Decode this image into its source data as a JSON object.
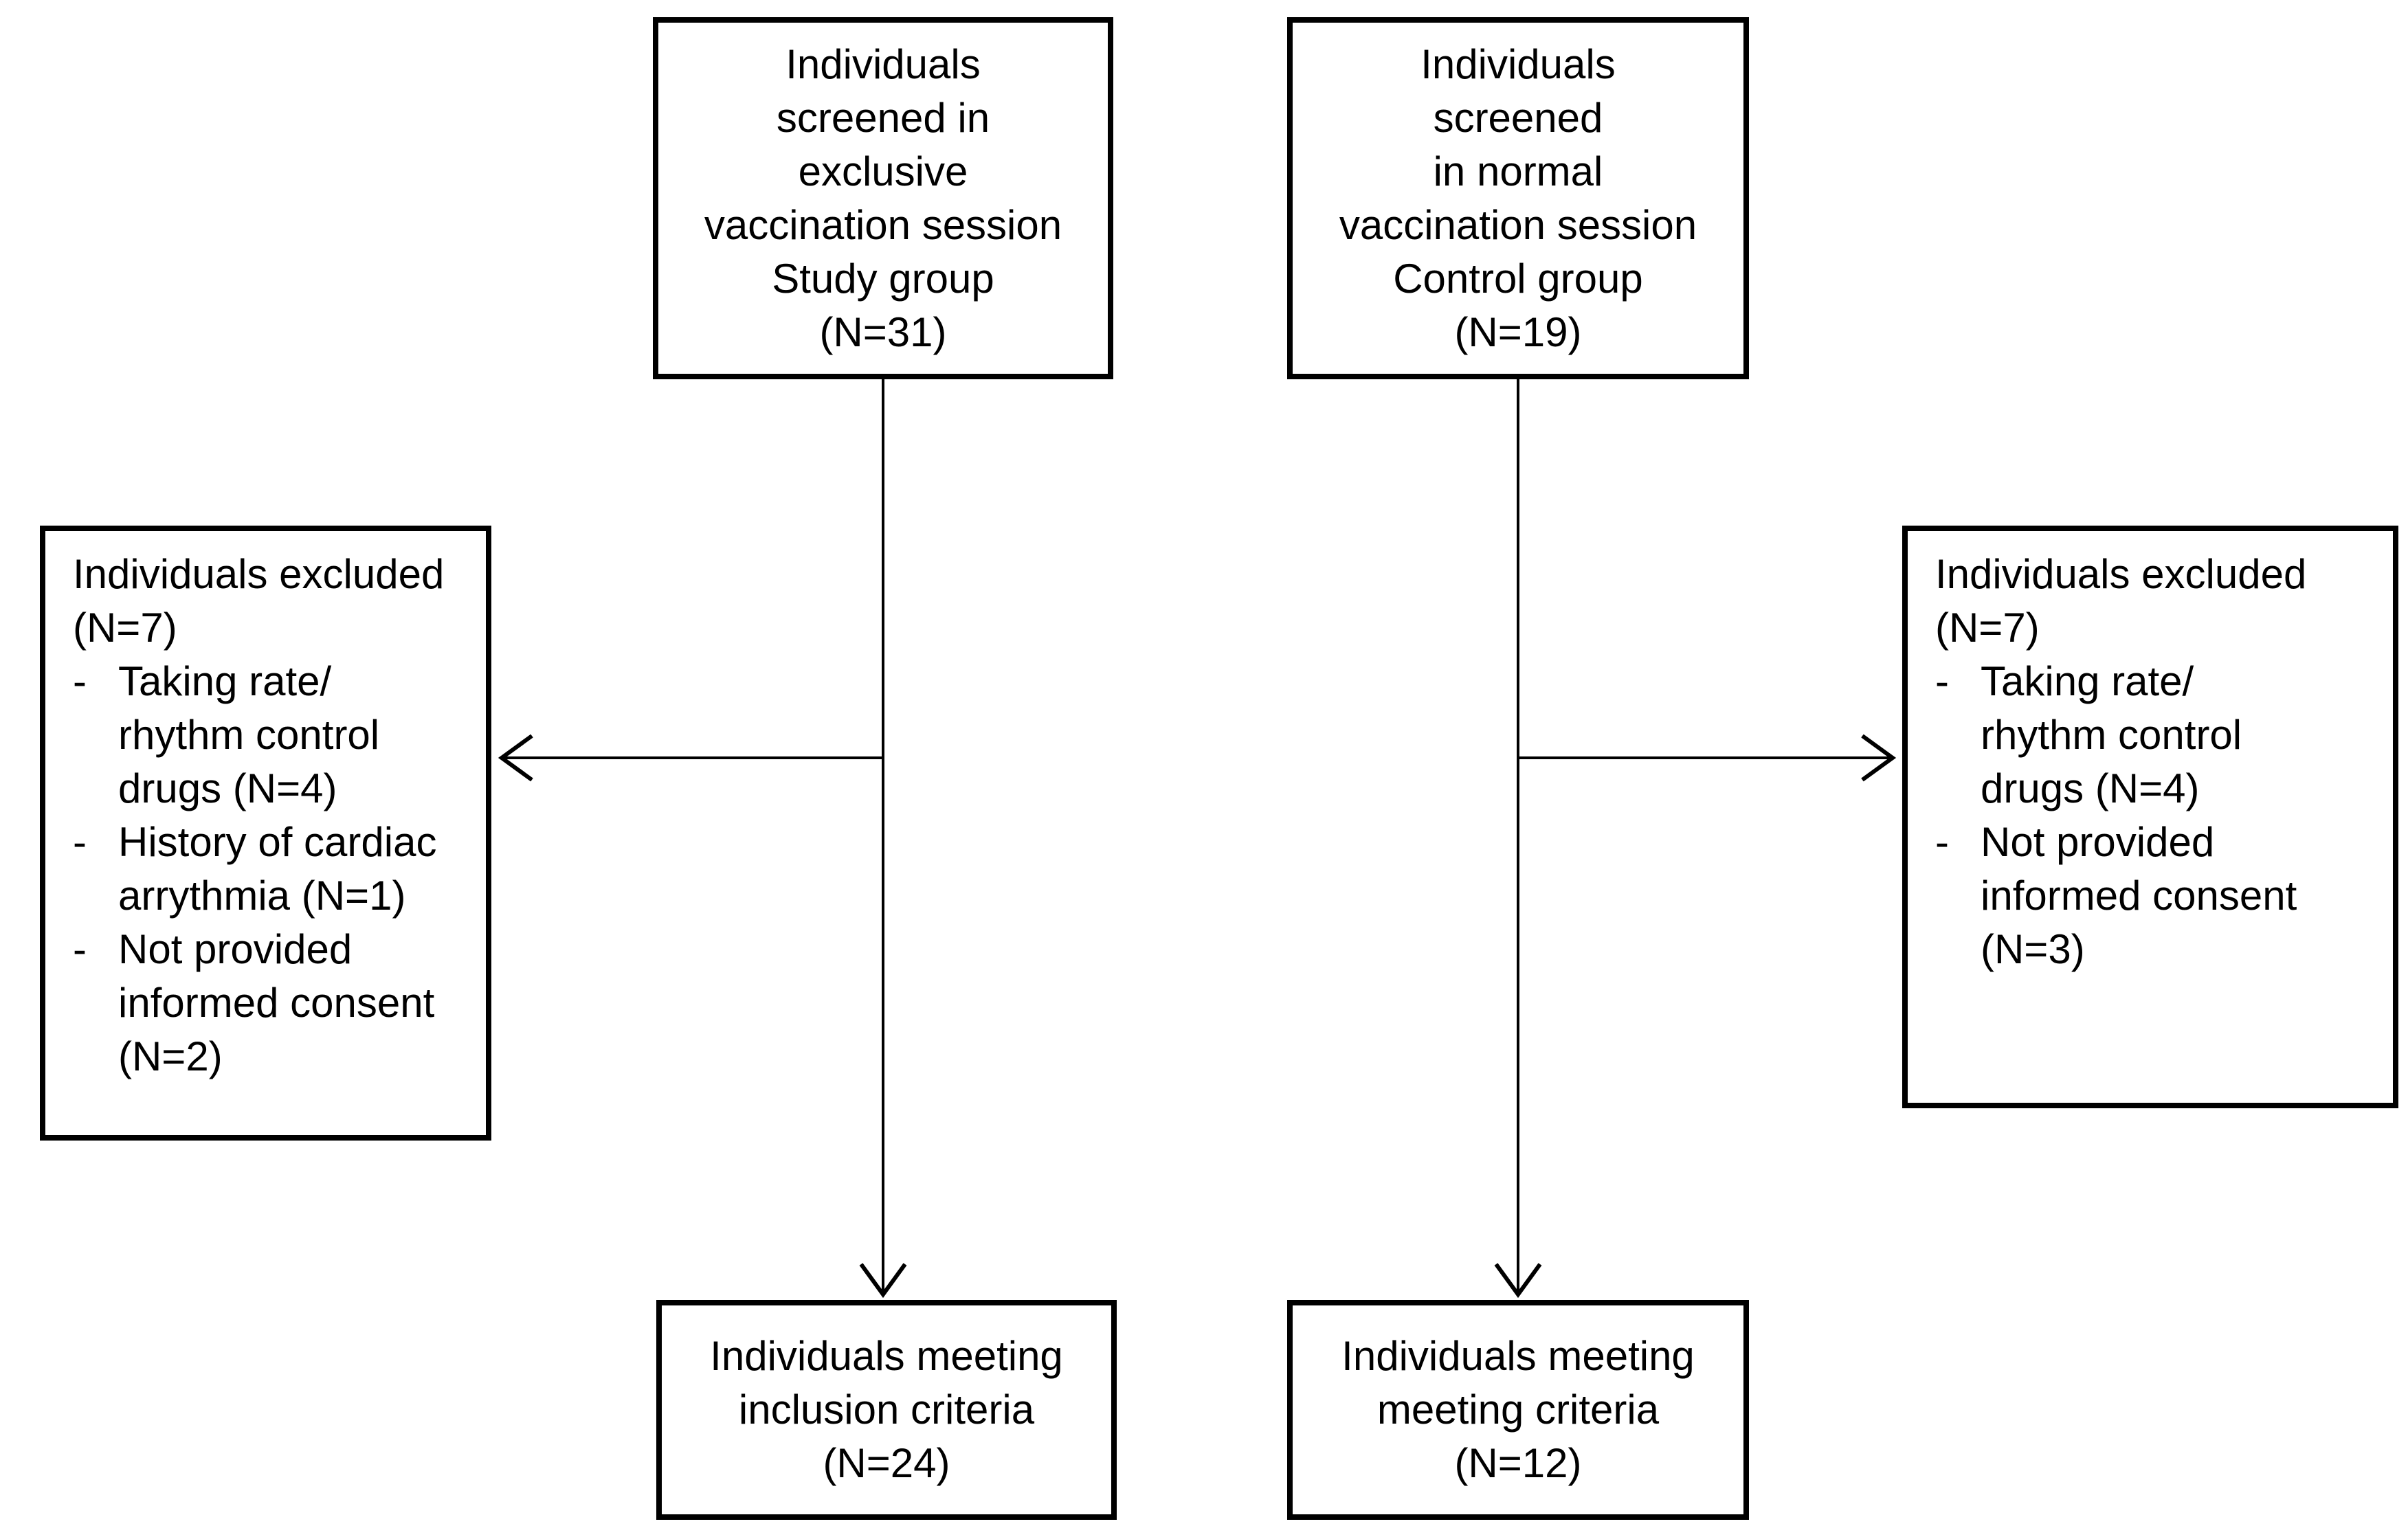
{
  "colors": {
    "background": "#ffffff",
    "line": "#000000",
    "text": "#000000"
  },
  "diagram": {
    "bullet_dash": "-",
    "study_box": {
      "text": "Individuals\nscreened in\nexclusive\nvaccination session\nStudy group\n(N=31)"
    },
    "control_box": {
      "text": "Individuals\nscreened\nin normal\nvaccination session\nControl group\n(N=19)"
    },
    "excluded_left": {
      "title": "Individuals excluded\n(N=7)",
      "bullets": [
        "Taking rate/\nrhythm control\ndrugs (N=4)",
        "History of cardiac\narrythmia (N=1)",
        "Not provided\ninformed consent\n(N=2)"
      ]
    },
    "excluded_right": {
      "title": "Individuals excluded\n(N=7)",
      "bullets": [
        "Taking rate/\nrhythm control\ndrugs (N=4)",
        "Not provided\ninformed consent\n(N=3)"
      ]
    },
    "inclusion_left_box": {
      "text": "Individuals meeting\ninclusion criteria\n(N=24)"
    },
    "inclusion_right_box": {
      "text": "Individuals meeting\nmeeting criteria\n(N=12)"
    }
  }
}
